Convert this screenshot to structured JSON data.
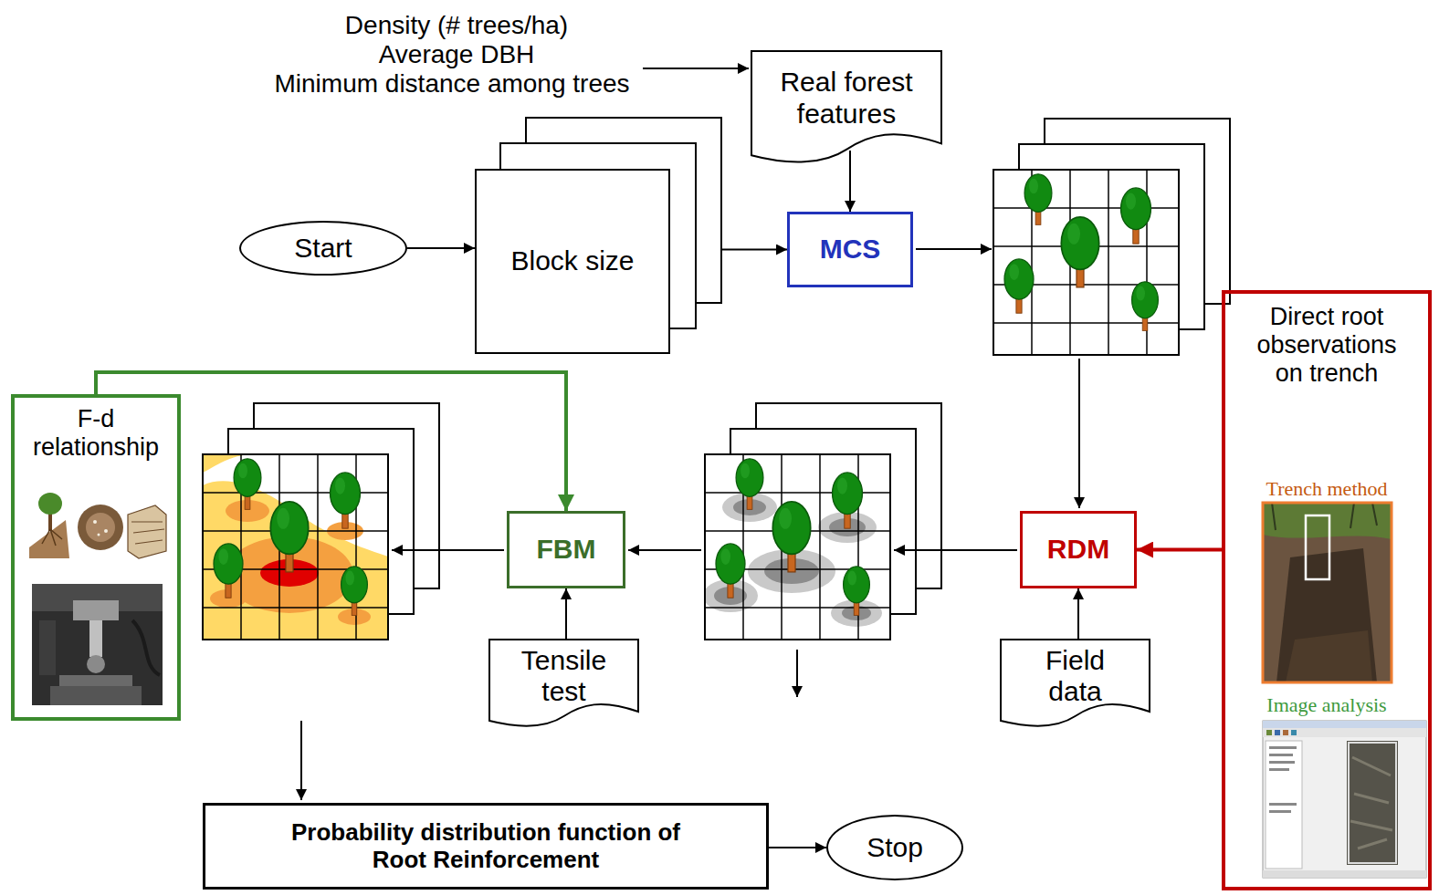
{
  "diagram": {
    "nodes": [
      {
        "text": [
          "Start"
        ]
      },
      {
        "text": [
          "Block size"
        ]
      },
      {
        "text": [
          "Real forest features"
        ]
      },
      {
        "text": [
          "MCS"
        ]
      },
      {
        "text": [
          "Direct root observations on trench",
          "Trench method",
          "Image analysis"
        ]
      },
      {
        "text": [
          "F-d relationship"
        ]
      },
      {
        "text": [
          "FBM"
        ]
      },
      {
        "text": [
          "RDM"
        ]
      },
      {
        "text": [
          "Tensile test"
        ]
      },
      {
        "text": [
          "Field data"
        ]
      },
      {
        "text": [
          "Probability distribution function of Root Reinforcement"
        ]
      },
      {
        "text": [
          "Stop"
        ]
      }
    ],
    "edges": [
      {
        "from": 0,
        "to": 1,
        "arrow": "to"
      },
      {
        "from": 1,
        "to": 3,
        "arrow": "to"
      },
      {
        "from": 2,
        "to": 3,
        "arrow": "to"
      },
      {
        "from": 4,
        "to": 7,
        "arrow": "to"
      },
      {
        "from": 5,
        "to": 6,
        "arrow": "to"
      },
      {
        "from": 8,
        "to": 6,
        "arrow": "to"
      },
      {
        "from": 9,
        "to": 7,
        "arrow": "to"
      },
      {
        "from": 10,
        "to": 11,
        "arrow": "to"
      }
    ],
    "labels": [
      "Density (# trees/ha)",
      "Average DBH",
      "Minimum distance among trees"
    ]
  }
}
